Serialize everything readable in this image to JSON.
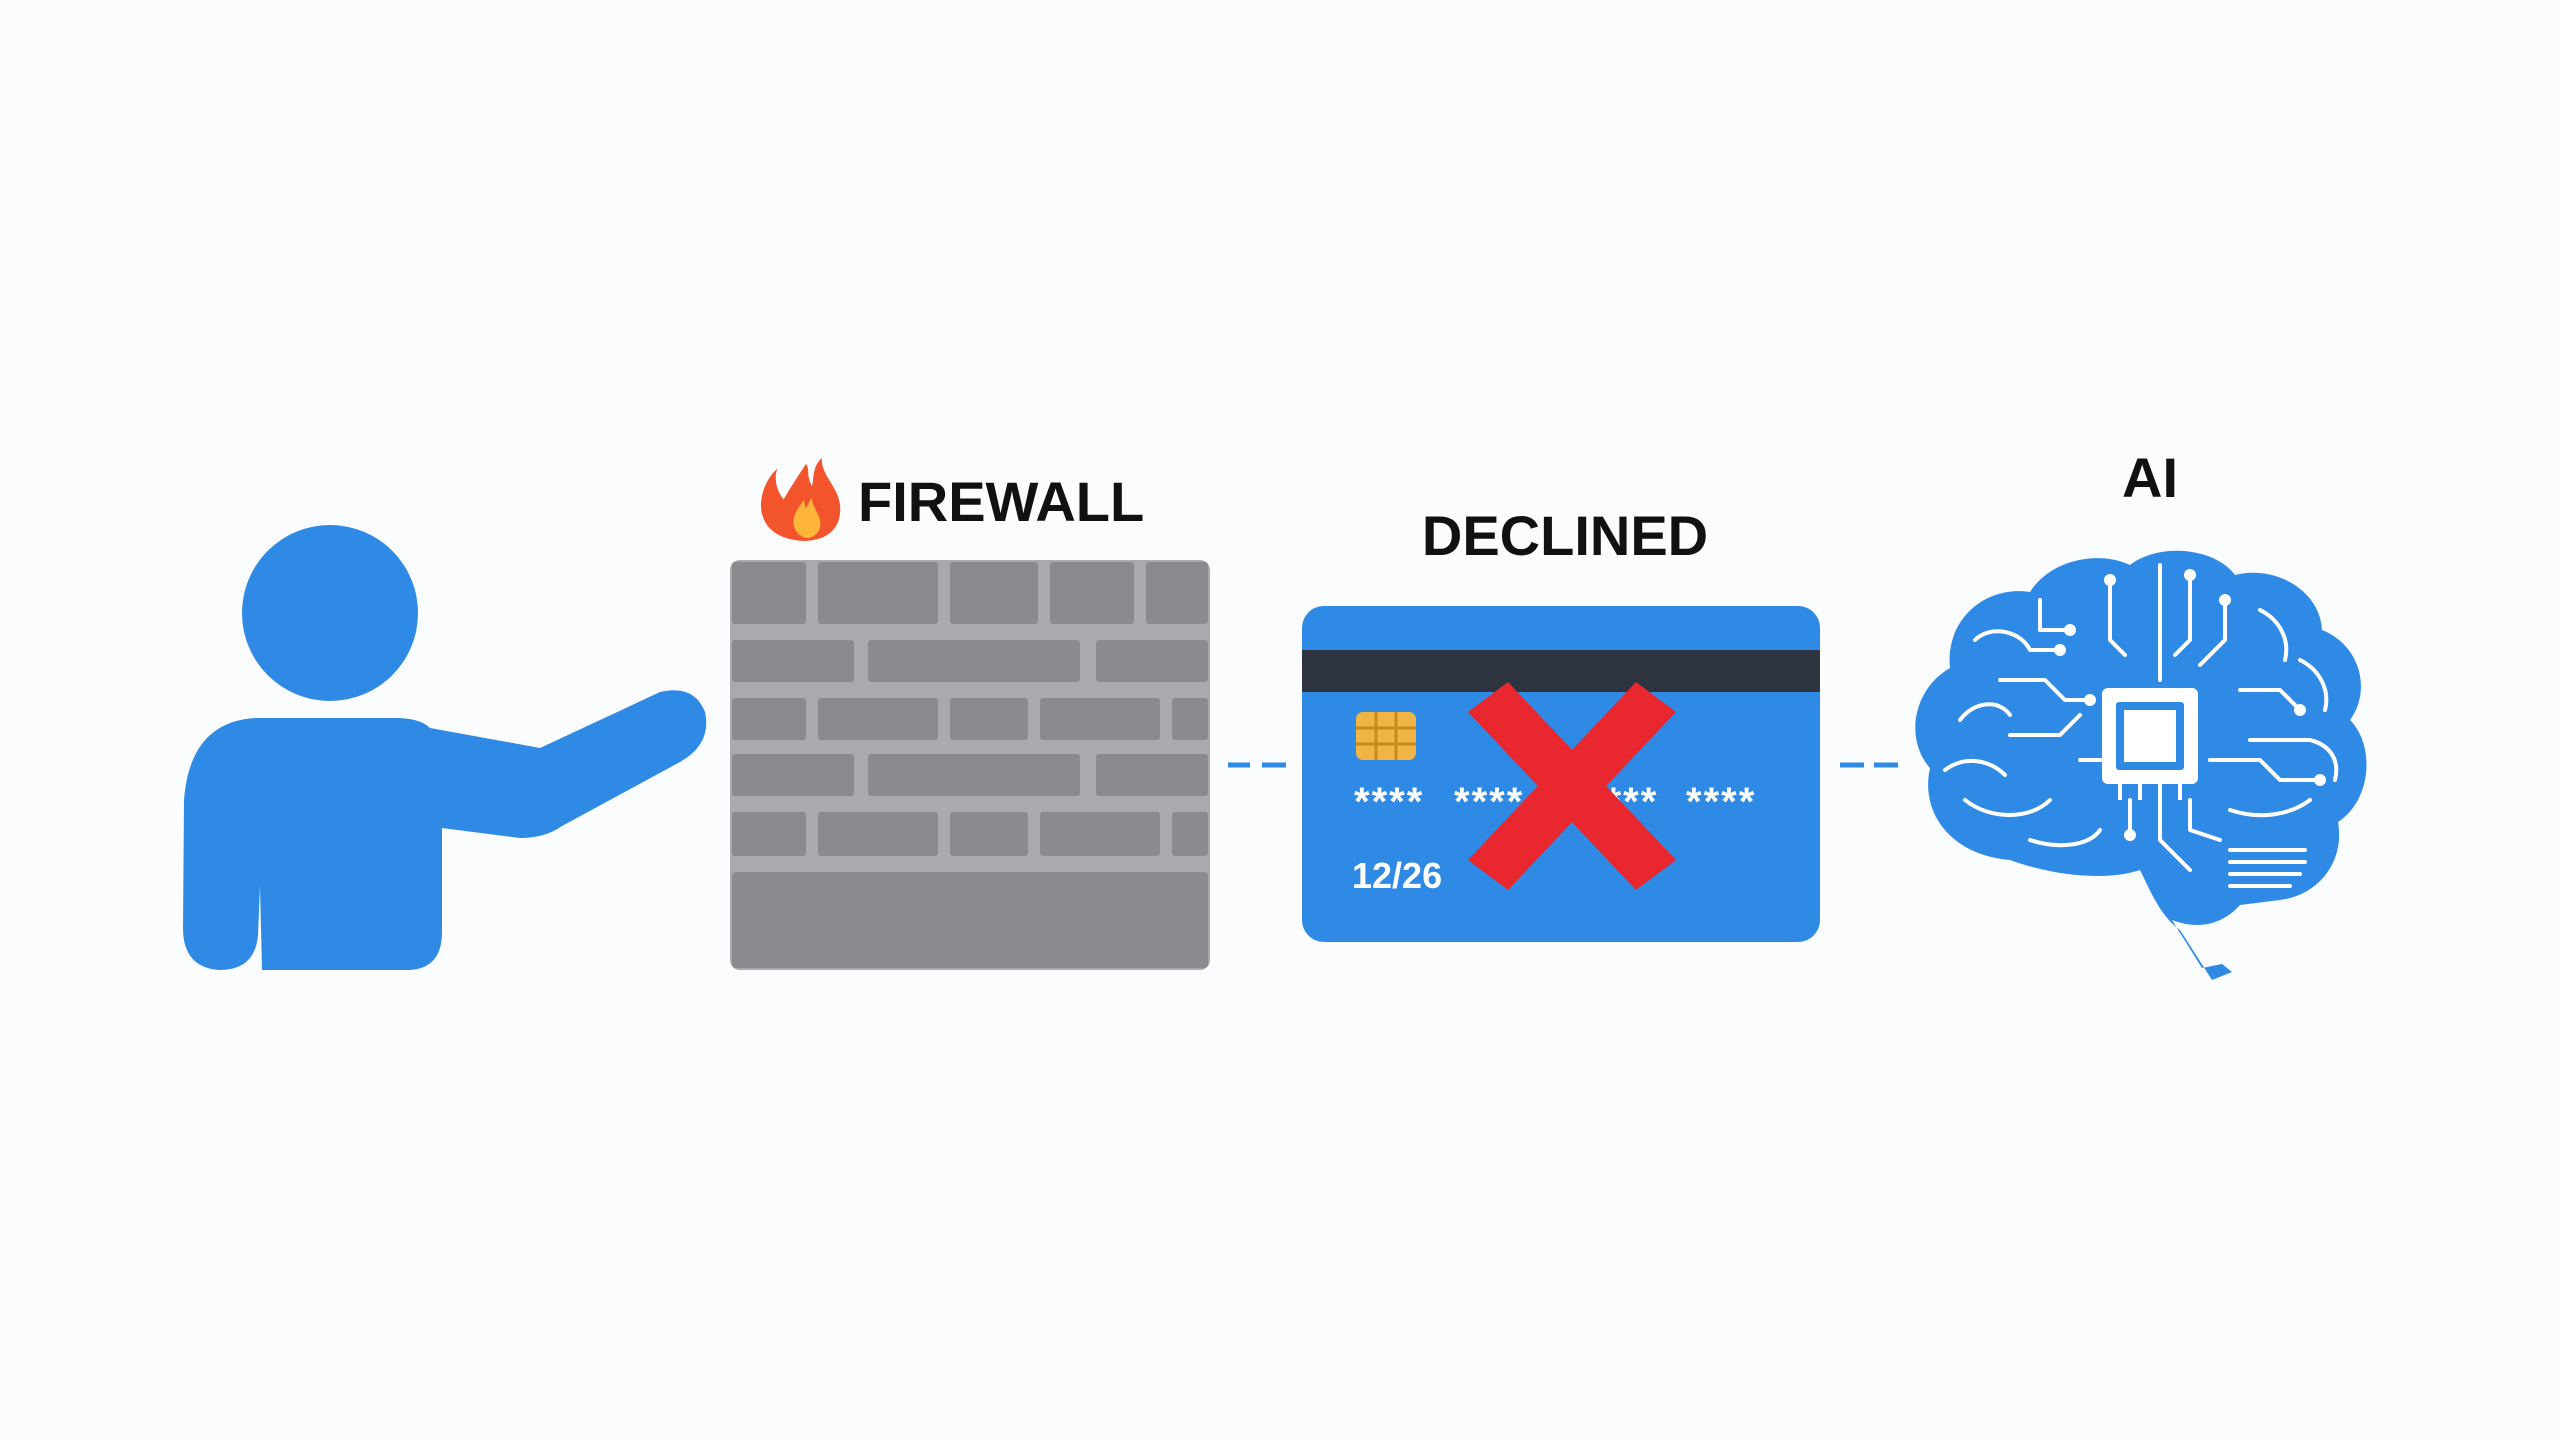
{
  "labels": {
    "firewall": "FIREWALL",
    "declined": "DECLINED",
    "ai": "AI"
  },
  "card": {
    "number_groups": [
      "****",
      "****",
      "****",
      "****"
    ],
    "expiry": "12/26"
  },
  "icons": {
    "person": "person-pointing-icon",
    "fire": "fire-icon",
    "wall": "brick-wall-icon",
    "card": "credit-card-icon",
    "chip": "card-chip-icon",
    "cross": "red-x-icon",
    "brain": "ai-brain-circuit-icon"
  },
  "colors": {
    "primary_blue": "#2f8ae6",
    "wall_gray": "#8a8b8f",
    "mortar_gray": "#a9aaae",
    "stripe_dark": "#2d3440",
    "chip_gold": "#f0b544",
    "cross_red": "#e8282e",
    "text_dark": "#111111"
  }
}
